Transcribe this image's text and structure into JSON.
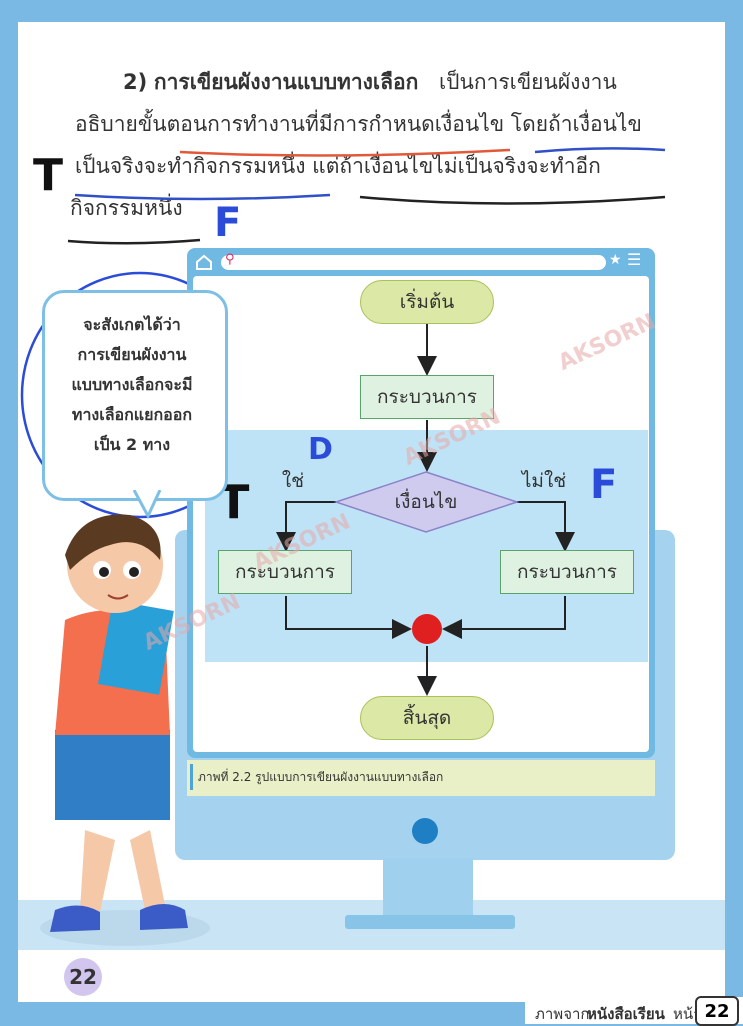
{
  "heading": {
    "number": "2)",
    "title": "การเขียนผังงานแบบทางเลือก",
    "rest_line1": "เป็นการเขียนผังงาน",
    "line2": "อธิบายขั้นตอนการทำงานที่มีการกำหนดเงื่อนไข โดยถ้าเงื่อนไข",
    "line3": "เป็นจริงจะทำกิจกรรมหนึ่ง  แต่ถ้าเงื่อนไขไม่เป็นจริงจะทำอีก",
    "line4": "กิจกรรมหนึ่ง"
  },
  "handwriting": {
    "t_left": "T",
    "f_after_text": "F",
    "t_yes": "T",
    "f_no": "F",
    "d_mark": "D"
  },
  "bubble": {
    "lines": [
      "จะสังเกตได้ว่า",
      "การเขียนผังงาน",
      "แบบทางเลือกจะมี",
      "ทางเลือกแยกออก",
      "เป็น 2 ทาง"
    ]
  },
  "flowchart": {
    "start": "เริ่มต้น",
    "process_top": "กระบวนการ",
    "condition": "เงื่อนไข",
    "yes": "ใช่",
    "no": "ไม่ใช่",
    "process_left": "กระบวนการ",
    "process_right": "กระบวนการ",
    "end": "สิ้นสุด",
    "junction_color": "#e02020"
  },
  "caption": "ภาพที่ 2.2 รูปแบบการเขียนผังงานแบบทางเลือก",
  "page_number": "22",
  "footer": {
    "prefix": "ภาพจาก",
    "source": "หนังสือเรียน",
    "suffix": "หน้า",
    "page": "22"
  },
  "watermark": "AKSORN",
  "colors": {
    "frame": "#79b9e4",
    "underline_red": "#e05a3a",
    "underline_blue": "#3050c8",
    "ink_black": "#111111",
    "ink_blue": "#2b4bd9"
  }
}
